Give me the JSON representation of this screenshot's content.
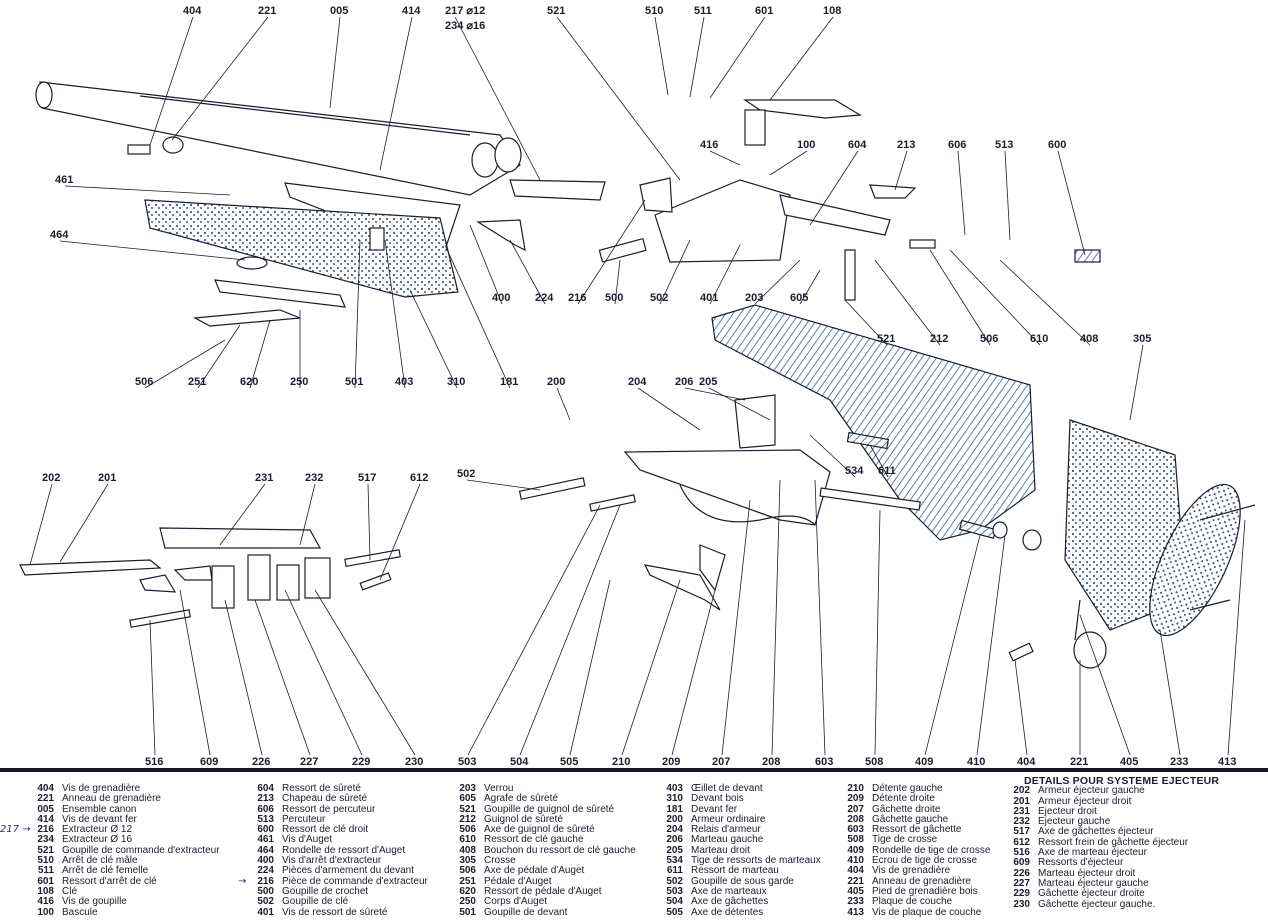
{
  "diagram": {
    "callouts": [
      "404",
      "221",
      "005",
      "414",
      "217 ⌀12",
      "234 ⌀16",
      "521",
      "510",
      "511",
      "601",
      "108",
      "416",
      "100",
      "604",
      "213",
      "606",
      "513",
      "600",
      "461",
      "464",
      "400",
      "224",
      "216",
      "500",
      "502",
      "401",
      "203",
      "605",
      "521",
      "212",
      "506",
      "610",
      "408",
      "305",
      "506",
      "251",
      "620",
      "250",
      "501",
      "403",
      "310",
      "181",
      "200",
      "204",
      "206",
      "205",
      "534",
      "611",
      "202",
      "201",
      "231",
      "232",
      "517",
      "612",
      "502",
      "516",
      "609",
      "226",
      "227",
      "229",
      "230",
      "503",
      "504",
      "505",
      "210",
      "209",
      "207",
      "208",
      "603",
      "508",
      "409",
      "410",
      "404",
      "221",
      "405",
      "233",
      "413"
    ],
    "colors": {
      "ink": "#1b1d2c",
      "wood_speckle": "#3b5c8e",
      "rule": "#15151f"
    }
  },
  "legend": {
    "handwritten": {
      "note_217": "217 →",
      "arrow_216": "→"
    },
    "columns": [
      [
        {
          "num": "404",
          "label": "Vis de grenadière"
        },
        {
          "num": "221",
          "label": "Anneau de grenadière"
        },
        {
          "num": "005",
          "label": "Ensemble canon"
        },
        {
          "num": "414",
          "label": "Vis de devant fer"
        },
        {
          "num": "216",
          "label": "Extracteur Ø 12"
        },
        {
          "num": "234",
          "label": "Extracteur Ø 16"
        },
        {
          "num": "521",
          "label": "Goupille de commande d'extracteur"
        },
        {
          "num": "510",
          "label": "Arrêt de clé mâle"
        },
        {
          "num": "511",
          "label": "Arrêt de clé femelle"
        },
        {
          "num": "601",
          "label": "Ressort d'arrêt de clé"
        },
        {
          "num": "108",
          "label": "Clé"
        },
        {
          "num": "416",
          "label": "Vis de goupille"
        },
        {
          "num": "100",
          "label": "Bascule"
        }
      ],
      [
        {
          "num": "604",
          "label": "Ressort de sûreté"
        },
        {
          "num": "213",
          "label": "Chapeau de sûreté"
        },
        {
          "num": "606",
          "label": "Ressort de percuteur"
        },
        {
          "num": "513",
          "label": "Percuteur"
        },
        {
          "num": "600",
          "label": "Ressort de clé droit"
        },
        {
          "num": "461",
          "label": "Vis d'Auget"
        },
        {
          "num": "464",
          "label": "Rondelle de ressort d'Auget"
        },
        {
          "num": "400",
          "label": "Vis d'arrêt d'extracteur"
        },
        {
          "num": "224",
          "label": "Pièces d'armement du devant"
        },
        {
          "num": "216",
          "label": "Pièce de commande d'extracteur"
        },
        {
          "num": "500",
          "label": "Goupille de crochet"
        },
        {
          "num": "502",
          "label": "Goupille de clé"
        },
        {
          "num": "401",
          "label": "Vis de ressort de sûreté"
        }
      ],
      [
        {
          "num": "203",
          "label": "Verrou"
        },
        {
          "num": "605",
          "label": "Agrafe de sûreté"
        },
        {
          "num": "521",
          "label": "Goupille de guignol de sûreté"
        },
        {
          "num": "212",
          "label": "Guignol de sûreté"
        },
        {
          "num": "506",
          "label": "Axe de guignol de sûreté"
        },
        {
          "num": "610",
          "label": "Ressort de clé gauche"
        },
        {
          "num": "408",
          "label": "Bouchon du ressort de clé gauche"
        },
        {
          "num": "305",
          "label": "Crosse"
        },
        {
          "num": "506",
          "label": "Axe de pédale d'Auget"
        },
        {
          "num": "251",
          "label": "Pédale d'Auget"
        },
        {
          "num": "620",
          "label": "Ressort de pédale d'Auget"
        },
        {
          "num": "250",
          "label": "Corps d'Auget"
        },
        {
          "num": "501",
          "label": "Goupille de devant"
        }
      ],
      [
        {
          "num": "403",
          "label": "Œillet de devant"
        },
        {
          "num": "310",
          "label": "Devant bois"
        },
        {
          "num": "181",
          "label": "Devant fer"
        },
        {
          "num": "200",
          "label": "Armeur ordinaire"
        },
        {
          "num": "204",
          "label": "Relais d'armeur"
        },
        {
          "num": "206",
          "label": "Marteau gauche"
        },
        {
          "num": "205",
          "label": "Marteau droit"
        },
        {
          "num": "534",
          "label": "Tige de ressorts de marteaux"
        },
        {
          "num": "611",
          "label": "Ressort de marteau"
        },
        {
          "num": "502",
          "label": "Goupille de sous garde"
        },
        {
          "num": "503",
          "label": "Axe de marteaux"
        },
        {
          "num": "504",
          "label": "Axe de gâchettes"
        },
        {
          "num": "505",
          "label": "Axe de détentes"
        }
      ],
      [
        {
          "num": "210",
          "label": "Détente gauche"
        },
        {
          "num": "209",
          "label": "Détente droite"
        },
        {
          "num": "207",
          "label": "Gâchette droite"
        },
        {
          "num": "208",
          "label": "Gâchette gauche"
        },
        {
          "num": "603",
          "label": "Ressort de gâchette"
        },
        {
          "num": "508",
          "label": "Tige de crosse"
        },
        {
          "num": "409",
          "label": "Rondelle de tige de crosse"
        },
        {
          "num": "410",
          "label": "Ecrou de tige de crosse"
        },
        {
          "num": "404",
          "label": "Vis de grenadière"
        },
        {
          "num": "221",
          "label": "Anneau de grenadière"
        },
        {
          "num": "405",
          "label": "Pied de grenadière bois"
        },
        {
          "num": "233",
          "label": "Plaque de couche"
        },
        {
          "num": "413",
          "label": "Vis de plaque de couche"
        }
      ]
    ],
    "ejector": {
      "title": "DETAILS POUR SYSTEME EJECTEUR",
      "items": [
        {
          "num": "202",
          "label": "Armeur éjecteur gauche"
        },
        {
          "num": "201",
          "label": "Armeur éjecteur droit"
        },
        {
          "num": "231",
          "label": "Ejecteur droit"
        },
        {
          "num": "232",
          "label": "Ejecteur gauche"
        },
        {
          "num": "517",
          "label": "Axe de gâchettes éjecteur"
        },
        {
          "num": "612",
          "label": "Ressort frein de gâchette éjecteur"
        },
        {
          "num": "516",
          "label": "Axe de marteau éjecteur"
        },
        {
          "num": "609",
          "label": "Ressorts d'éjecteur"
        },
        {
          "num": "226",
          "label": "Marteau éjecteur droit"
        },
        {
          "num": "227",
          "label": "Marteau éjecteur gauche"
        },
        {
          "num": "229",
          "label": "Gâchette éjecteur droite"
        },
        {
          "num": "230",
          "label": "Gâchette éjecteur gauche."
        }
      ]
    }
  }
}
